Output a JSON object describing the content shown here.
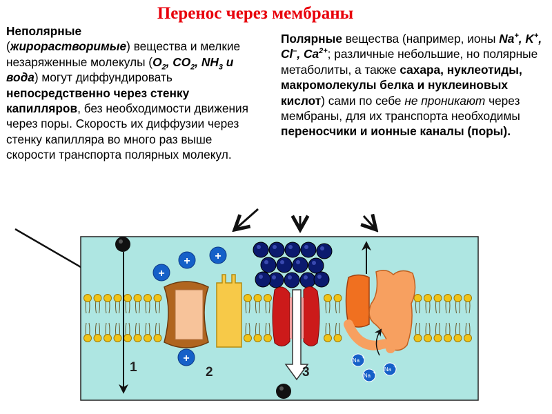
{
  "title": "Перенос через мембраны",
  "left_text": {
    "p1": "Неполярные",
    "p2": "(",
    "p3": "жирорастворимые",
    "p4": ") вещества и мелкие незаряженные молекулы (",
    "m1": "O",
    "m1s": "2",
    "m2": ", CO",
    "m2s": "2",
    "m3": ", NH",
    "m3s": "3",
    "m4": " и вода",
    "p5": ") могут диффундировать ",
    "p6": "непосредственно через стенку капилляров",
    "p7": ", без необходимости движения через поры. Скорость их диффузии через стенку капилляра во много раз выше скорости транспорта полярных молекул."
  },
  "right_text": {
    "r1": "Полярные",
    "r2": " вещества (например, ионы ",
    "i1": "Na",
    "i1s": "+",
    "i2": ", K",
    "i2s": "+",
    "i3": ", Cl",
    "i3s": "–",
    "i4": ", Ca",
    "i4s": "2+",
    "r3": "; различные небольшие, но полярные метаболиты, а также ",
    "r4": "сахара, нуклеотиды, макромолекулы белка и нуклеиновых кислот",
    "r5": ") сами по себе ",
    "r6": "не проникают",
    "r7": " через мембраны, для их транспорта необходимы ",
    "r8": "переносчики и ионные каналы (поры)."
  },
  "diagram": {
    "labels": [
      "1",
      "2",
      "3"
    ],
    "ion_plus": "+",
    "na_ion": "Na",
    "na_charge": "+",
    "colors": {
      "background": "#aee6e2",
      "lipid_head": "#f0c418",
      "ion_blue": "#1560c8",
      "carrier": "#b0651f",
      "carrier_light": "#f7c39a",
      "channel": "#f7c948",
      "pore": "#cc1a1a",
      "pump": "#f08030",
      "molecule": "#0b1a6e",
      "title": "#e8000b"
    }
  }
}
